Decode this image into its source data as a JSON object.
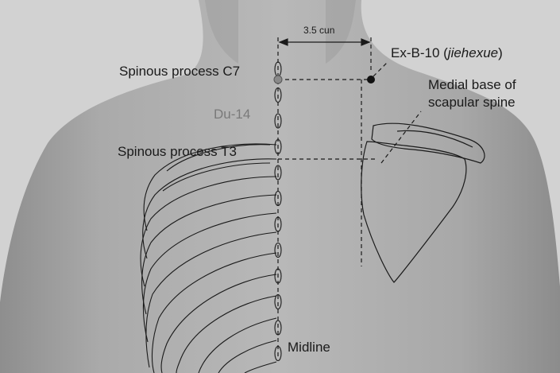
{
  "labels": {
    "measure": "3.5 cun",
    "exb10_name": "Ex-B-10 (",
    "exb10_italic": "jiehexue",
    "exb10_close": ")",
    "c7": "Spinous process C7",
    "du14": "Du-14",
    "t3": "Spinous process T3",
    "scapula_line1": "Medial base of",
    "scapula_line2": "scapular spine",
    "midline": "Midline"
  },
  "colors": {
    "background": "#cfcfcf",
    "skin": "#a9a9a9",
    "line": "#1a1a1a",
    "du14_point": "#8a8a8a",
    "exb10_point": "#111111"
  },
  "vertebrae_count": 12
}
